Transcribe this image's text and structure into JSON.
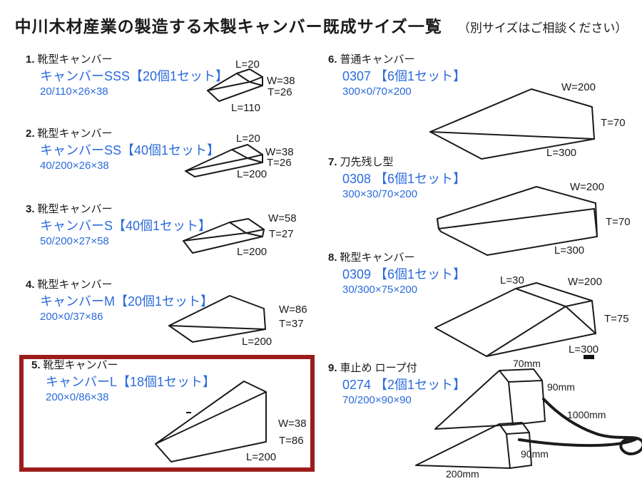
{
  "title": {
    "main": "中川木材産業の製造する木製キャンバー既成サイズ一覧",
    "note": "（別サイズはご相談ください）"
  },
  "colors": {
    "accent_blue": "#2b6bdb",
    "highlight_red": "#9c1c1c",
    "ink": "#1b1b1b"
  },
  "items": [
    {
      "num": "1.",
      "name": "靴型キャンバー",
      "product": "キャンバーSSS【20個1セット】",
      "size": "20/110×26×38",
      "labels": {
        "top": "L=20",
        "w": "W=38",
        "t": "T=26",
        "bottom": "L=110"
      }
    },
    {
      "num": "2.",
      "name": "靴型キャンバー",
      "product": "キャンバーSS【40個1セット】",
      "size": "40/200×26×38",
      "labels": {
        "top": "L=20",
        "w": "W=38",
        "t": "T=26",
        "bottom": "L=200"
      }
    },
    {
      "num": "3.",
      "name": "靴型キャンバー",
      "product": "キャンバーS【40個1セット】",
      "size": "50/200×27×58",
      "labels": {
        "w": "W=58",
        "t": "T=27",
        "bottom": "L=200"
      }
    },
    {
      "num": "4.",
      "name": "靴型キャンバー",
      "product": "キャンバーM【20個1セット】",
      "size": "200×0/37×86",
      "labels": {
        "w": "W=86",
        "t": "T=37",
        "bottom": "L=200"
      }
    },
    {
      "num": "5.",
      "name": "靴型キャンバー",
      "product": "キャンバーL【18個1セット】",
      "size": "200×0/86×38",
      "labels": {
        "w": "W=38",
        "t": "T=86",
        "bottom": "L=200"
      }
    },
    {
      "num": "6.",
      "name": "普通キャンバー",
      "product": "0307 【6個1セット】",
      "size": "300×0/70×200",
      "labels": {
        "w": "W=200",
        "t": "T=70",
        "bottom": "L=300"
      }
    },
    {
      "num": "7.",
      "name": "刀先残し型",
      "product": "0308 【6個1セット】",
      "size": "300×30/70×200",
      "labels": {
        "w": "W=200",
        "t": "T=70",
        "bottom": "L=300"
      }
    },
    {
      "num": "8.",
      "name": "靴型キャンバー",
      "product": "0309 【6個1セット】",
      "size": "30/300×75×200",
      "labels": {
        "top": "L=30",
        "w": "W=200",
        "t": "T=75",
        "bottom": "L=300"
      }
    },
    {
      "num": "9.",
      "name": "車止め ロープ付",
      "product": "0274 【2個1セット】",
      "size": "70/200×90×90",
      "labels": {
        "top": "70mm",
        "right_upper": "90mm",
        "rope": "1000mm",
        "right_lower": "90mm",
        "bottom": "200mm"
      }
    }
  ]
}
